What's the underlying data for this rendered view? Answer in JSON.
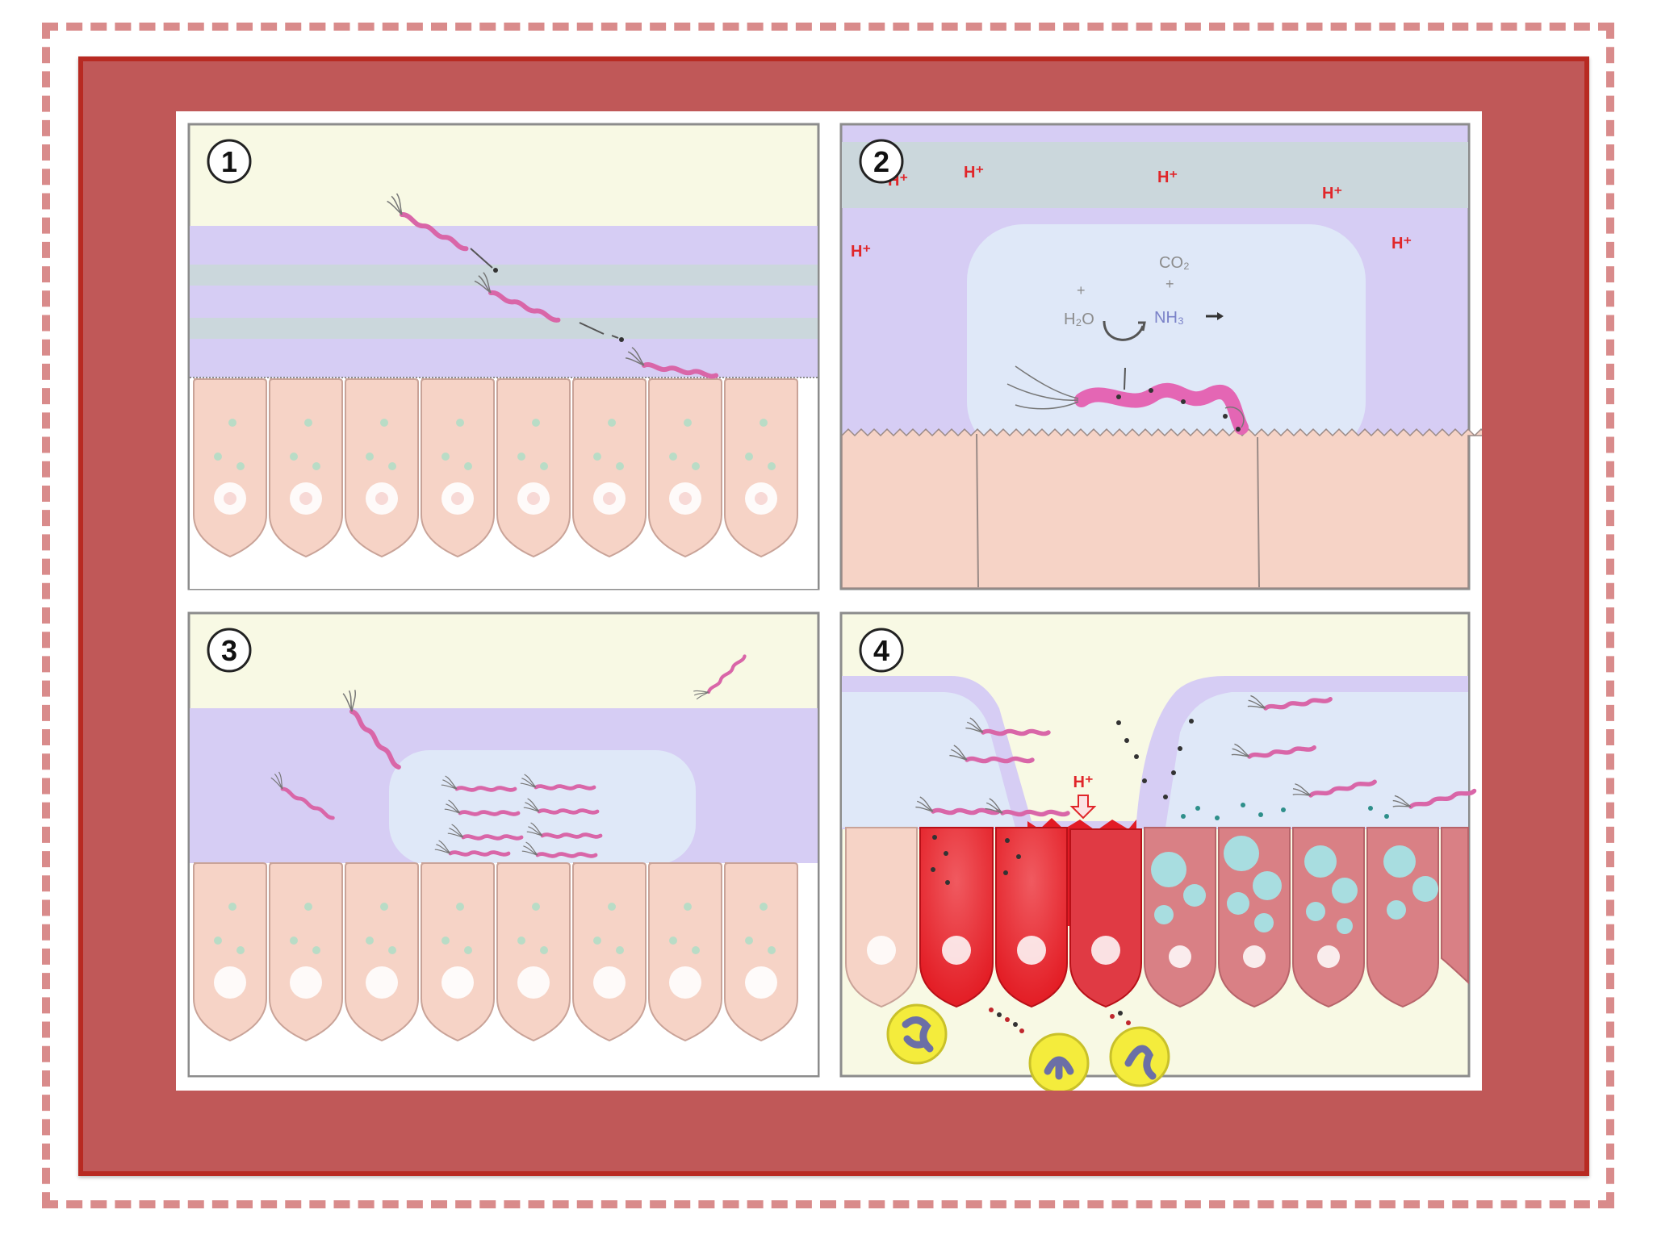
{
  "panels": [
    {
      "id": "panel-1",
      "number": "1"
    },
    {
      "id": "panel-2",
      "number": "2"
    },
    {
      "id": "panel-3",
      "number": "3"
    },
    {
      "id": "panel-4",
      "number": "4"
    }
  ],
  "panel2_labels": {
    "proton": "H⁺",
    "co2": "CO₂",
    "h2o": "H₂O",
    "nh3": "NH₃",
    "plus": "+"
  },
  "panel4_labels": {
    "proton": "H⁺"
  },
  "colors": {
    "frame_dash": "#d98b8b",
    "panel_fill": "#c05858",
    "panel_border": "#b82a22",
    "lumen": "#f8f9e4",
    "mucus": "#d6cdf4",
    "gel_band": "#cbd7dc",
    "protective_zone": "#dfe8f8",
    "cell": "#f6d3c6",
    "inflamed_cell": "#e21b25",
    "damaged_cell": "#d98085",
    "bacterium": "#d966a8",
    "proton_text": "#e0262a",
    "neutrophil": "#f4ec3c"
  },
  "icons": [
    "bacterium-icon",
    "neutrophil-icon",
    "arrow-down-icon"
  ]
}
